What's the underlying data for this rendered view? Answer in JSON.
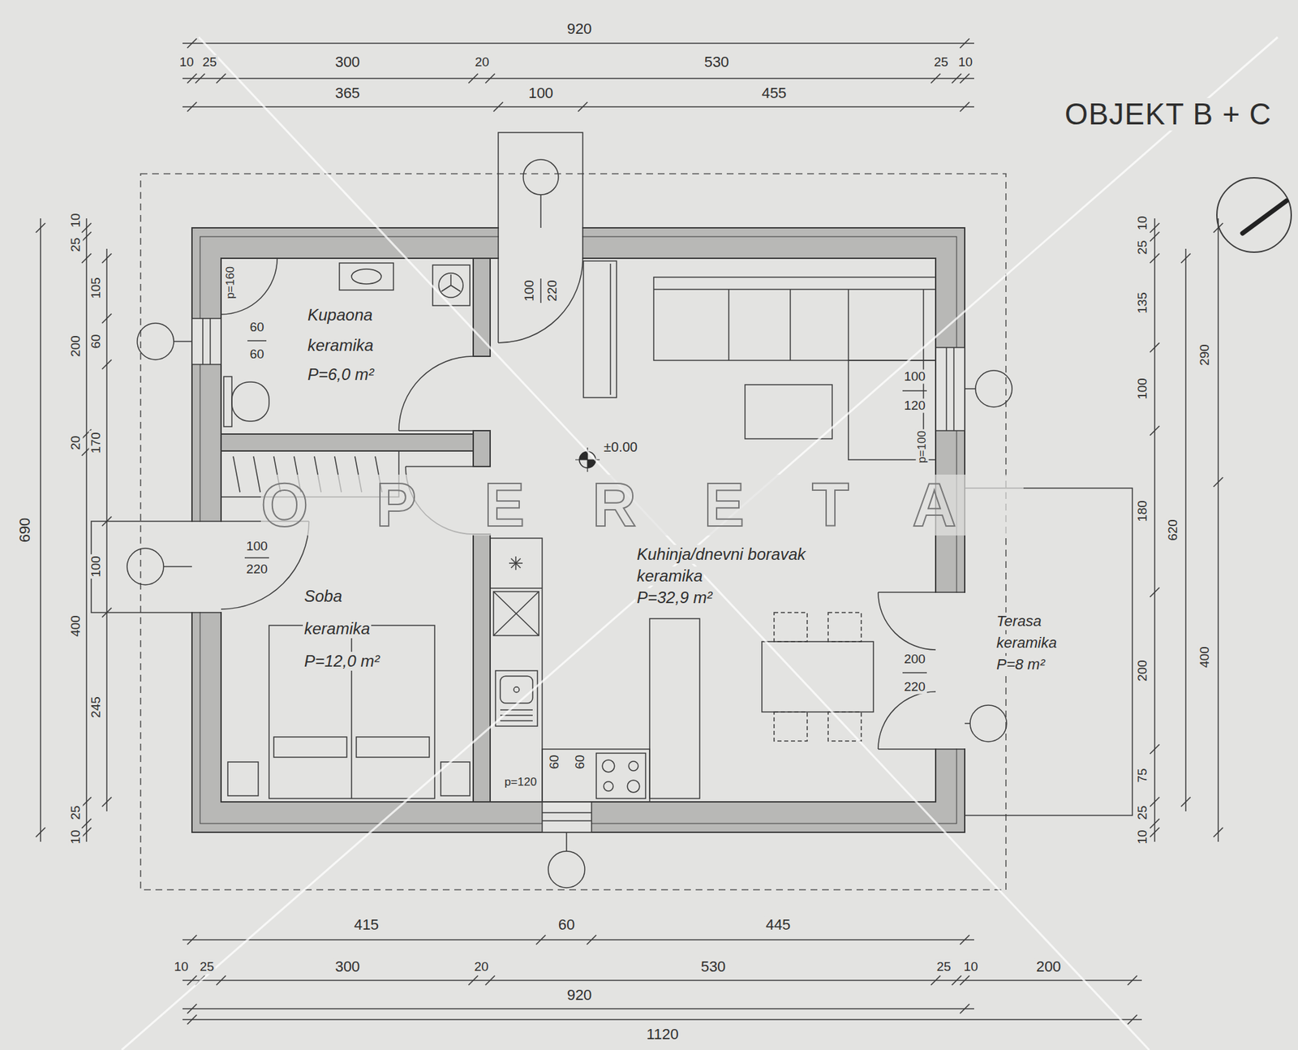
{
  "diagram": {
    "title": "OBJEKT B + C",
    "nodes": [
      {
        "text": [
          "Kupaona",
          "keramika",
          "P=6,0 m²"
        ]
      },
      {
        "text": [
          "Soba",
          "keramika",
          "P=12,0 m²"
        ]
      },
      {
        "text": [
          "Kuhinja/dnevni boravak",
          "keramika",
          "P=32,9 m²"
        ]
      },
      {
        "text": [
          "Terasa",
          "keramika",
          "P=8 m²"
        ]
      }
    ],
    "labels": [
      "920",
      "10",
      "25",
      "300",
      "20",
      "530",
      "25",
      "10",
      "365",
      "100",
      "455",
      "690",
      "10",
      "25",
      "200",
      "20",
      "400",
      "25",
      "10",
      "105",
      "60",
      "170",
      "100",
      "245",
      "10",
      "25",
      "135",
      "100",
      "180",
      "200",
      "75",
      "25",
      "10",
      "620",
      "290",
      "400",
      "415",
      "60",
      "445",
      "10",
      "25",
      "300",
      "20",
      "530",
      "25",
      "10",
      "200",
      "920",
      "1120",
      "p=160",
      "60",
      "60",
      "100",
      "220",
      "±0.00",
      "100",
      "220",
      "100",
      "120",
      "p=100",
      "200",
      "220",
      "60",
      "60",
      "p=120",
      "OPERETA"
    ]
  }
}
